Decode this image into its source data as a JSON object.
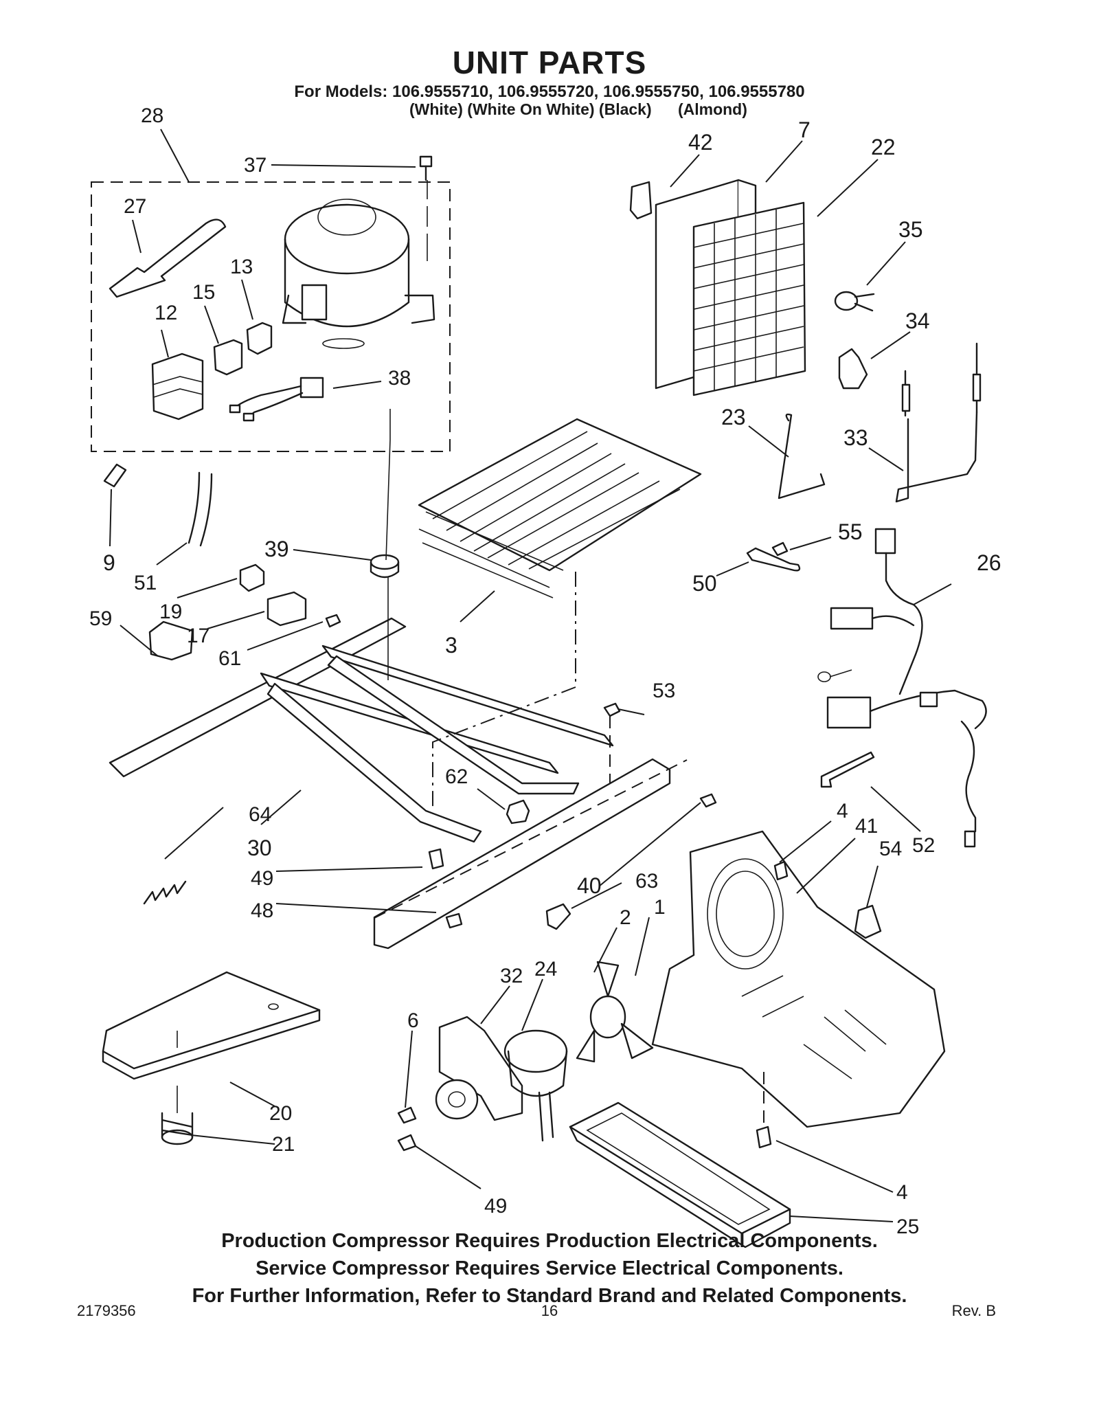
{
  "header": {
    "title": "UNIT PARTS",
    "models": "For Models: 106.9555710, 106.9555720, 106.9555750, 106.9555780",
    "colors": "(White) (White On White) (Black)      (Almond)"
  },
  "callouts": [
    "28",
    "37",
    "27",
    "13",
    "15",
    "12",
    "38",
    "42",
    "7",
    "22",
    "35",
    "34",
    "23",
    "33",
    "9",
    "51",
    "39",
    "19",
    "17",
    "61",
    "59",
    "3",
    "55",
    "50",
    "26",
    "53",
    "62",
    "64",
    "30",
    "49",
    "48",
    "40",
    "63",
    "2",
    "1",
    "4",
    "41",
    "54",
    "52",
    "32",
    "24",
    "6",
    "20",
    "21",
    "49",
    "4",
    "25"
  ],
  "notes": [
    "Production Compressor Requires Production Electrical Components.",
    "Service Compressor Requires Service Electrical Components.",
    "For Further Information, Refer to Standard Brand and Related Components."
  ],
  "footer": {
    "doc_number": "2179356",
    "page": "16",
    "revision": "Rev. B"
  }
}
